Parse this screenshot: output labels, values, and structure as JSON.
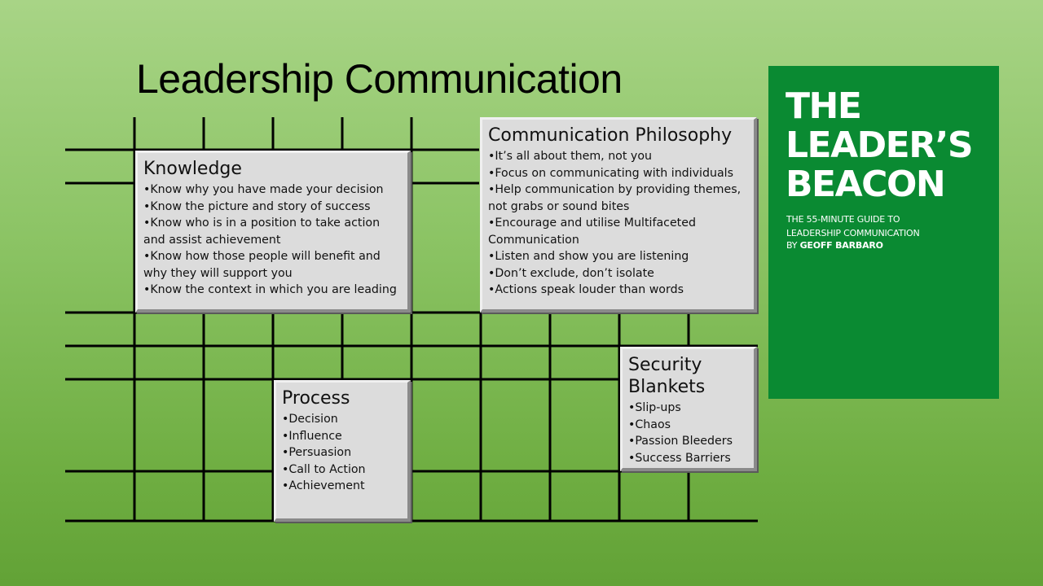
{
  "slide": {
    "title": "Leadership Communication"
  },
  "boxes": {
    "knowledge": {
      "heading": "Knowledge",
      "items": [
        "Know why you have made your decision",
        "Know the picture and story of success",
        "Know who is in a position to take action and assist achievement",
        "Know how those people will benefit and why they will support you",
        "Know the context in which you are leading"
      ]
    },
    "philosophy": {
      "heading": "Communication Philosophy",
      "items": [
        "It’s all about them, not you",
        "Focus on communicating with individuals",
        "Help communication by providing themes, not grabs or sound bites",
        "Encourage and utilise Multifaceted Communication",
        "Listen and show you are listening",
        "Don’t exclude, don’t isolate",
        "Actions speak louder than words"
      ]
    },
    "process": {
      "heading": "Process",
      "items": [
        "Decision",
        "Influence",
        "Persuasion",
        "Call to Action",
        "Achievement"
      ]
    },
    "security": {
      "heading": "Security Blankets",
      "items": [
        "Slip-ups",
        "Chaos",
        "Passion Bleeders",
        "Success Barriers"
      ]
    }
  },
  "book": {
    "title_lines": [
      "THE",
      "LEADER’S",
      "BEACON"
    ],
    "subtitle_lines": [
      "THE 55-MINUTE GUIDE TO",
      "LEADERSHIP COMMUNICATION"
    ],
    "author_prefix": "BY ",
    "author_name": "GEOFF BARBARO",
    "background_color": "#0a8a32"
  },
  "colors": {
    "box_fill": "#dcdcdc",
    "grid_line": "#000000"
  }
}
